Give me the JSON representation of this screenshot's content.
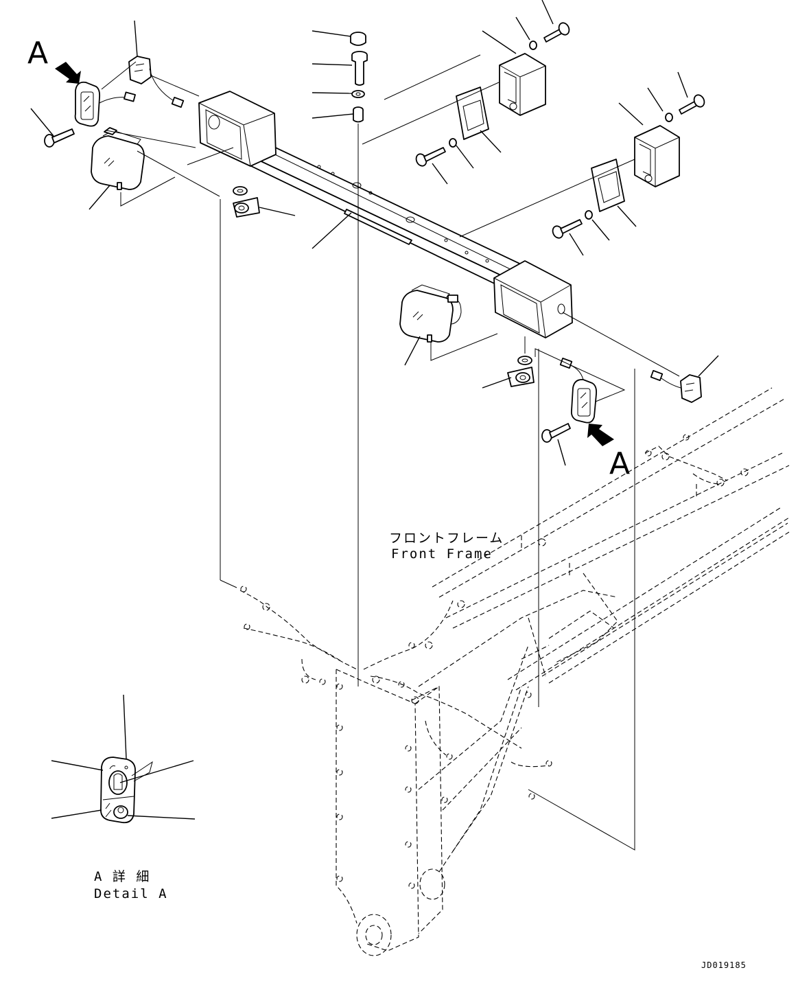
{
  "labels": {
    "view_marker_top": "A",
    "view_marker_bottom": "A",
    "front_frame_jp": "フロントフレーム",
    "front_frame_en": "Front Frame",
    "detail_jp": "A 詳 細",
    "detail_en": "Detail A",
    "drawing_code": "JD019185"
  },
  "colors": {
    "ink": "#000000",
    "paper": "#ffffff"
  },
  "icons": {
    "view_arrow": "arrow-icon"
  }
}
